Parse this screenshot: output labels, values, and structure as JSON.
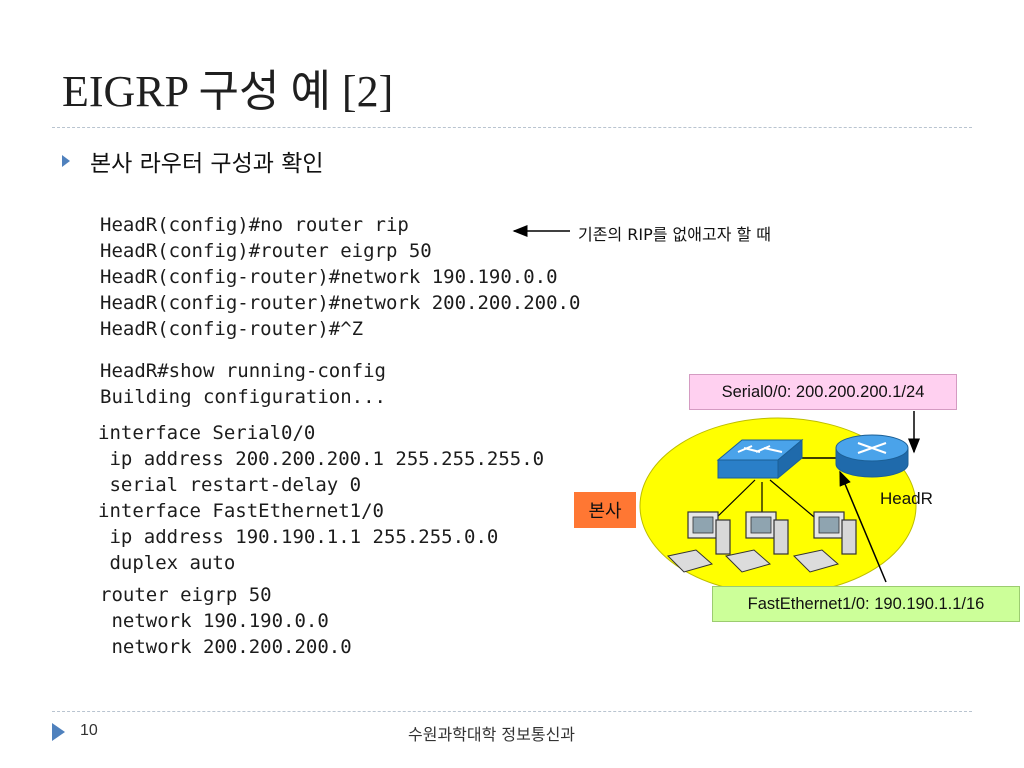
{
  "slide": {
    "title": "EIGRP 구성 예 [2]",
    "bullet": "본사 라우터 구성과 확인",
    "page_number": "10",
    "footer": "수원과학대학 정보통신과"
  },
  "code": {
    "block1": [
      "HeadR(config)#no router rip",
      "HeadR(config)#router eigrp 50",
      "HeadR(config-router)#network 190.190.0.0",
      "HeadR(config-router)#network 200.200.200.0",
      "HeadR(config-router)#^Z"
    ],
    "block2": [
      "HeadR#show running-config",
      "Building configuration..."
    ],
    "block3": [
      "interface Serial0/0",
      " ip address 200.200.200.1 255.255.255.0",
      " serial restart-delay 0",
      "interface FastEthernet1/0",
      " ip address 190.190.1.1 255.255.0.0",
      " duplex auto"
    ],
    "block4": [
      "router eigrp 50",
      " network 190.190.0.0",
      " network 200.200.200.0"
    ]
  },
  "annotations": {
    "rip_note": "기존의 RIP를 없애고자 할 때"
  },
  "diagram": {
    "serial_label": "Serial0/0: 200.200.200.1/24",
    "fe_label": "FastEthernet1/0: 190.190.1.1/16",
    "hq_label": "본사",
    "router_label": "HeadR",
    "icons": [
      "switch-icon",
      "router-icon",
      "pc-icon",
      "pc-icon",
      "pc-icon"
    ],
    "colors": {
      "site_fill": "#ffff00",
      "serial_box": "#ffd0f0",
      "fe_box": "#ccff99",
      "hq_box": "#ff7733",
      "device_blue": "#2a88d8"
    }
  }
}
